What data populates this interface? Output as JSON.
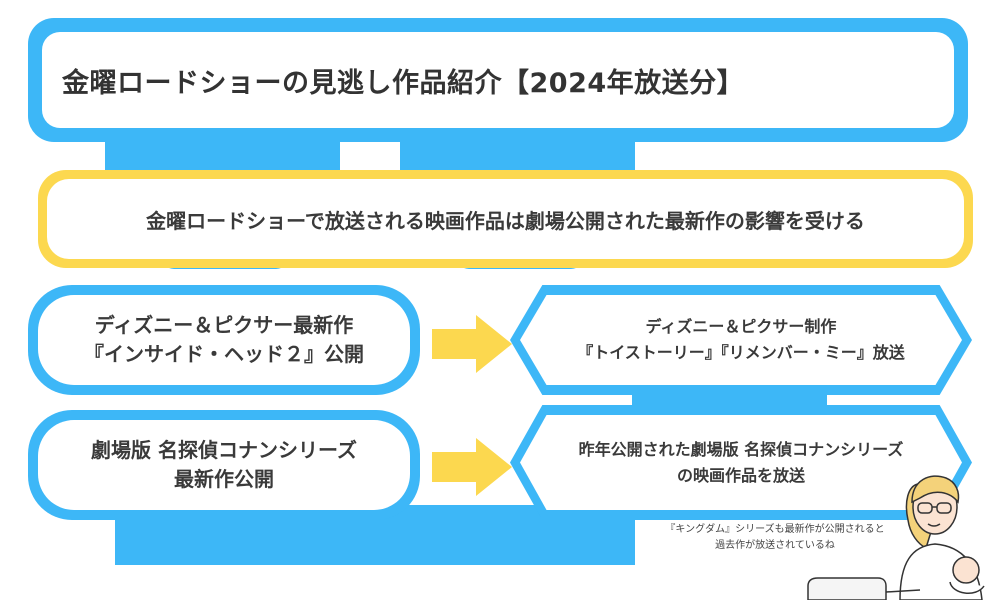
{
  "title": "金曜ロードショーの見逃し作品紹介【2024年放送分】",
  "premise": "金曜ロードショーで放送される映画作品は劇場公開された最新作の影響を受ける",
  "rows": [
    {
      "cause": [
        "ディズニー＆ピクサー最新作",
        "『インサイド・ヘッド２』公開"
      ],
      "effect": [
        "ディズニー＆ピクサー制作",
        "『トイストーリー』『リメンバー・ミー』放送"
      ]
    },
    {
      "cause": [
        "劇場版 名探偵コナンシリーズ",
        "最新作公開"
      ],
      "effect": [
        "昨年公開された劇場版 名探偵コナンシリーズ",
        "の映画作品を放送"
      ]
    }
  ],
  "note": [
    "『キングダム』シリーズも最新作が公開されると",
    "過去作が放送されているね"
  ],
  "colors": {
    "blue": "#3db7f7",
    "yellow": "#fcd84f",
    "arrow": "#fcd84f"
  },
  "icons": {
    "arrow": "arrow-right-icon",
    "character": "woman-with-baby-illustration"
  }
}
